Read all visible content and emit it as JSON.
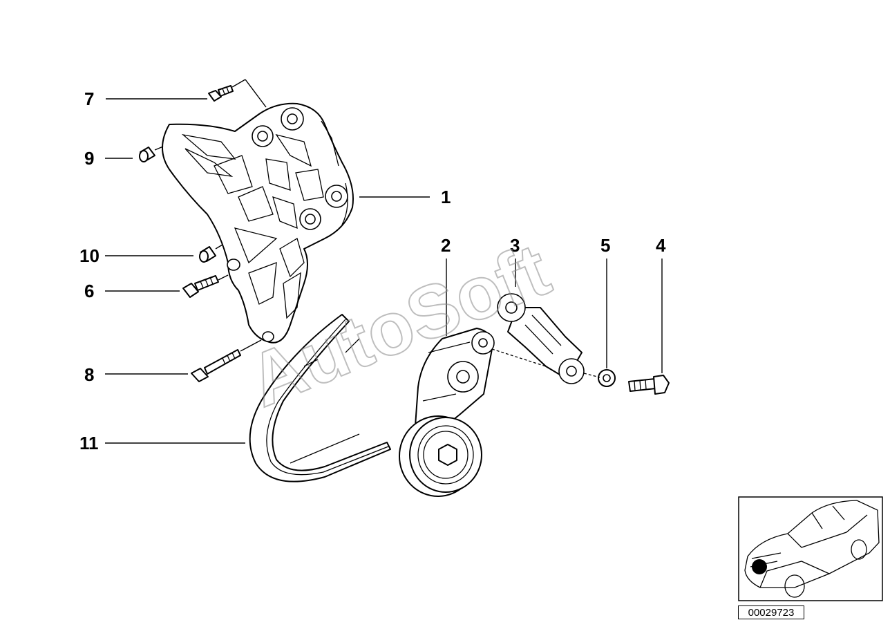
{
  "callouts": {
    "c1": "1",
    "c2": "2",
    "c3": "3",
    "c4": "4",
    "c5": "5",
    "c6": "6",
    "c7": "7",
    "c8": "8",
    "c9": "9",
    "c10": "10",
    "c11": "11"
  },
  "watermark": "AutoSoft",
  "diagram_id": "00029723",
  "colors": {
    "ink": "#000000",
    "watermark": "#8a8a8a",
    "background": "#ffffff"
  }
}
